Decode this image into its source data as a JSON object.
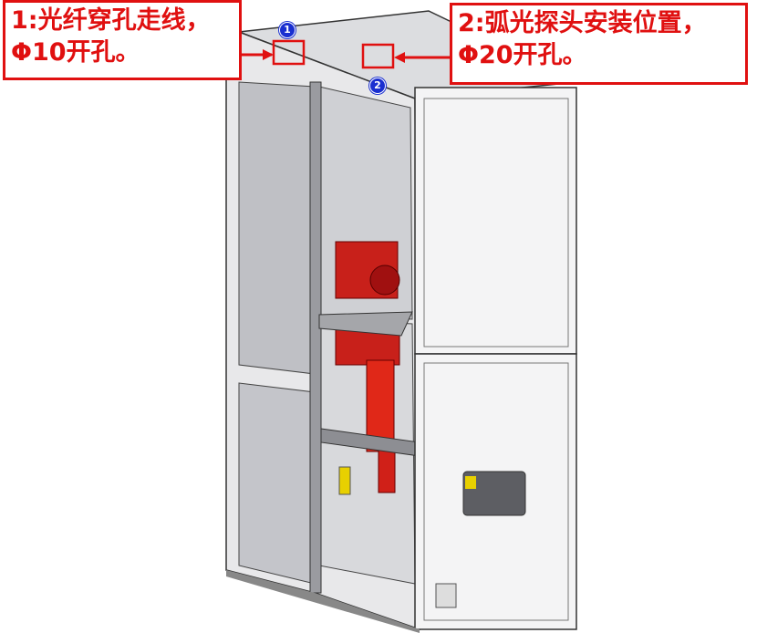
{
  "callouts": [
    {
      "number": "1",
      "line1": "1:光纤穿孔走线，",
      "line2": "Φ10开孔。"
    },
    {
      "number": "2",
      "line1": "2:弧光探头安装位置，",
      "line2": "Φ20开孔。"
    }
  ],
  "colors": {
    "annotation": "#e01010",
    "marker": "#1a2fd0",
    "component": "#c8201a"
  }
}
